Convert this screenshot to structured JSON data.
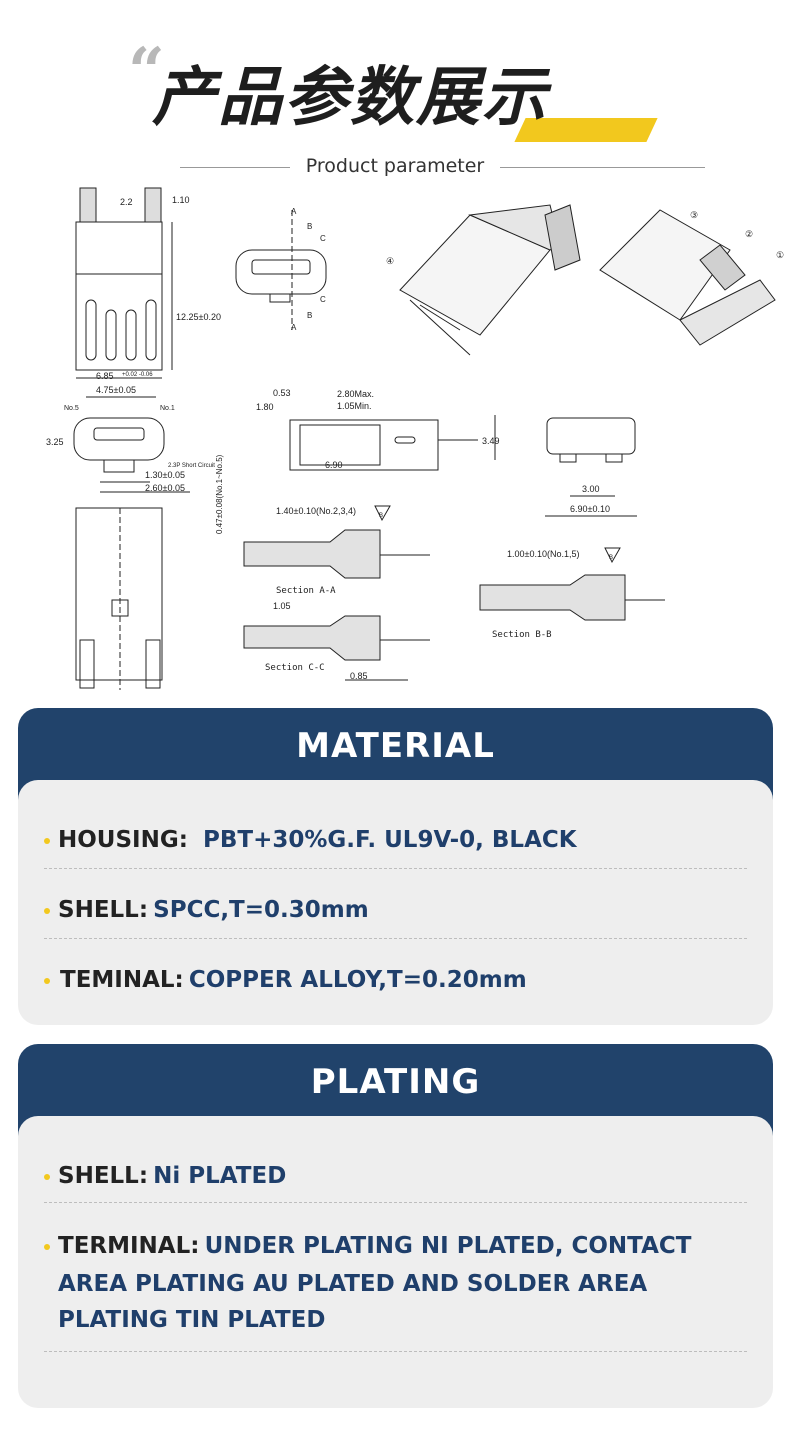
{
  "header": {
    "quote_mark": "“",
    "title": "产品参数展示",
    "subtitle": "Product parameter"
  },
  "drawing": {
    "dims": {
      "d1": "2.2",
      "d2": "1.10",
      "d3": "12.25±0.20",
      "d4": "6.85",
      "d4_tol": "+0.02 -0.06",
      "d5": "4.75±0.05",
      "d6": "No.5",
      "d7": "No.1",
      "d8": "3.25",
      "d9": "1.30±0.05",
      "d10": "2.60±0.05",
      "d11": "2.3P Short Circuit",
      "d12": "1.80",
      "d13": "0.53",
      "d14": "2.80Max.",
      "d15": "1.05Min.",
      "d16": "6.90",
      "d17": "3.49",
      "d18": "3.00",
      "d19": "6.90±0.10",
      "d20": "0.47±0.08(No.1~No.5)",
      "d21": "1.40±0.10(No.2,3,4)",
      "d22": "1.00±0.10(No.1,5)",
      "d23": "1.05",
      "d24": "0.85",
      "sec_aa": "Section A-A",
      "sec_bb": "Section B-B",
      "sec_cc": "Section C-C",
      "mA": "A",
      "mB": "B",
      "mC": "C",
      "n1": "①",
      "n2": "②",
      "n3": "③",
      "n4": "④",
      "tagB": "B"
    }
  },
  "material": {
    "heading": "MATERIAL",
    "items": [
      {
        "label": "HOUSING:",
        "value": "PBT+30%G.F. UL9V-0, BLACK"
      },
      {
        "label": "SHELL:",
        "value": "SPCC,T=0.30mm"
      },
      {
        "label": "TEMINAL:",
        "value": "COPPER ALLOY,T=0.20mm"
      }
    ]
  },
  "plating": {
    "heading": "PLATING",
    "items": [
      {
        "label": "SHELL:",
        "value": "Ni PLATED"
      },
      {
        "label": "TERMINAL:",
        "value": "UNDER PLATING NI PLATED, CONTACT",
        "value2": "AREA PLATING AU PLATED AND SOLDER AREA",
        "value3": "PLATING TIN PLATED"
      }
    ]
  },
  "colors": {
    "accent": "#f2c81e",
    "navy": "#21436b",
    "panel": "#eeeeee"
  }
}
